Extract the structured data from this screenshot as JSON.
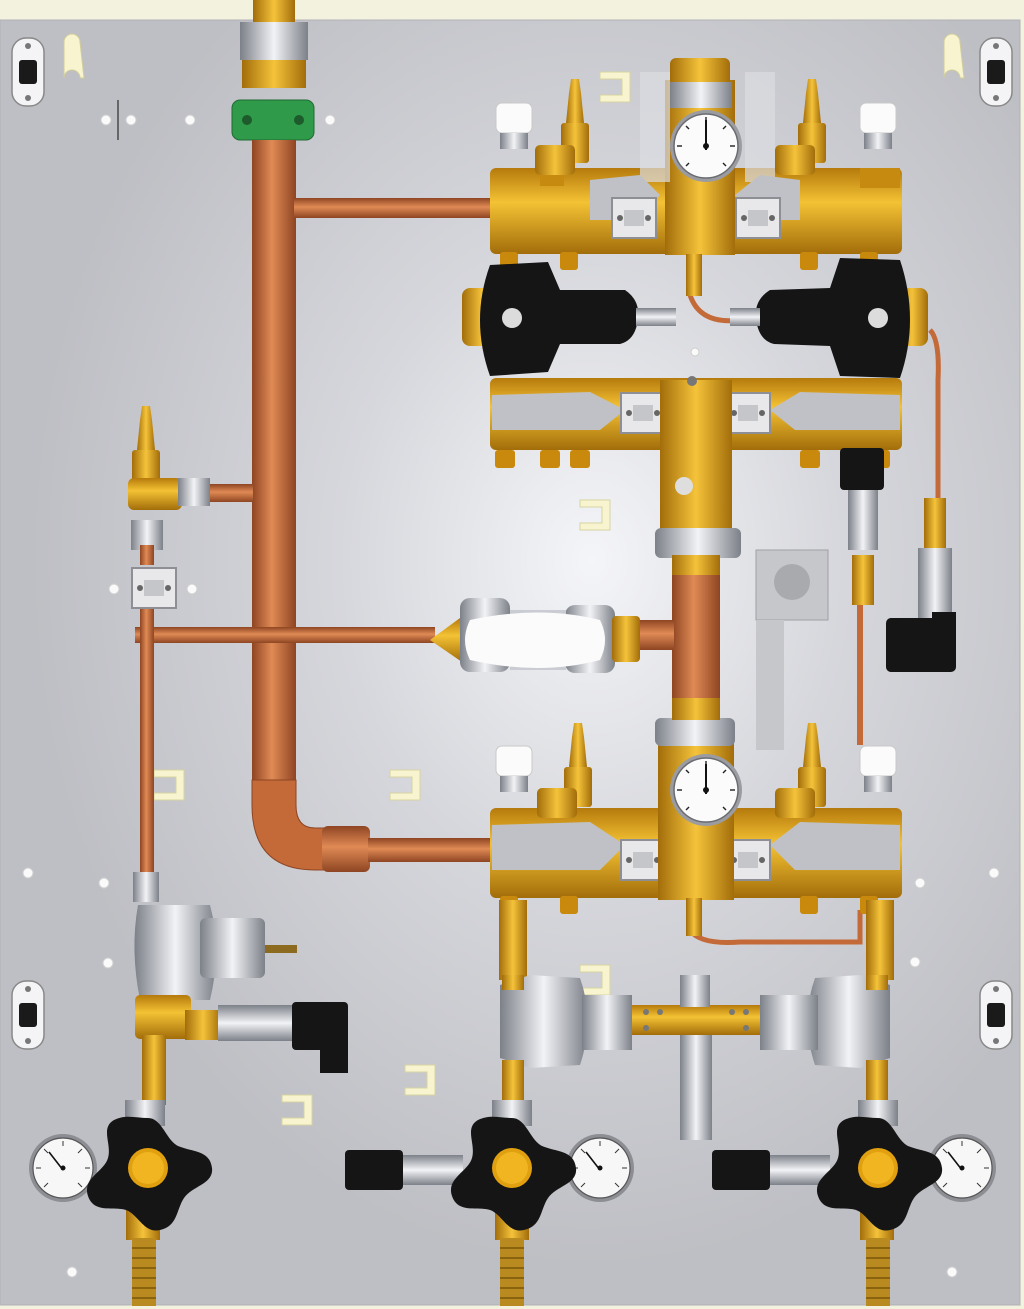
{
  "colors": {
    "background": "#f3f2de",
    "panel": "#c7c8cd",
    "panel_highlight": "#eef0f4",
    "copper": "#c8703e",
    "copper_dark": "#8e4522",
    "brass": "#e2a318",
    "brass_dark": "#a26d0a",
    "black_knob": "#161616",
    "chrome": "#c9ccd2",
    "white_cap": "#f6f6f6",
    "tag_green": "#2f9a4a"
  },
  "components": {
    "gauges": [
      {
        "id": "upper-manifold-gauge",
        "kind": "dial"
      },
      {
        "id": "lower-manifold-gauge",
        "kind": "dial"
      },
      {
        "id": "left-outlet-gauge",
        "kind": "dial"
      },
      {
        "id": "middle-outlet-gauge",
        "kind": "dial"
      },
      {
        "id": "right-outlet-gauge",
        "kind": "dial"
      }
    ],
    "regulators": [
      "left-regulator",
      "right-regulator"
    ],
    "star_valves": [
      "left-star-valve",
      "middle-star-valve",
      "right-star-valve"
    ],
    "pressure_switches": [
      "right-pressure-switch",
      "left-pressure-switch"
    ],
    "relief_valves": [
      "upper-left-relief",
      "upper-right-relief",
      "lower-left-relief",
      "lower-right-relief",
      "side-relief"
    ]
  }
}
